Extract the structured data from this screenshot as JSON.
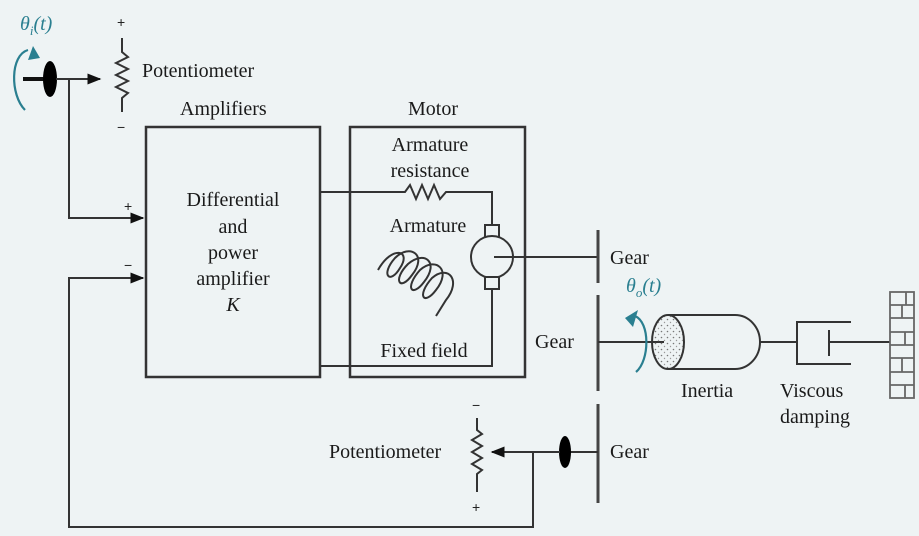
{
  "diagram": {
    "input_angle": {
      "symbol": "θ",
      "subscript": "i",
      "arg": "(t)"
    },
    "output_angle": {
      "symbol": "θ",
      "subscript": "o",
      "arg": "(t)"
    },
    "input_potentiometer": {
      "label": "Potentiometer",
      "top_sign": "+",
      "bottom_sign": "−"
    },
    "feedback_potentiometer": {
      "label": "Potentiometer",
      "top_sign": "−",
      "bottom_sign": "+"
    },
    "amplifiers": {
      "title": "Amplifiers",
      "lines": [
        "Differential",
        "and",
        "power",
        "amplifier"
      ],
      "gain": "K",
      "plus_input": "+",
      "minus_input": "−"
    },
    "motor": {
      "title": "Motor",
      "armature_resistance": [
        "Armature",
        "resistance"
      ],
      "armature": "Armature",
      "fixed_field": "Fixed field"
    },
    "gears": [
      "Gear",
      "Gear",
      "Gear"
    ],
    "load": {
      "inertia": "Inertia",
      "damping": [
        "Viscous",
        "damping"
      ]
    },
    "colors": {
      "background": "#eef3f4",
      "accent": "#2a7f90",
      "line": "#333333"
    }
  }
}
